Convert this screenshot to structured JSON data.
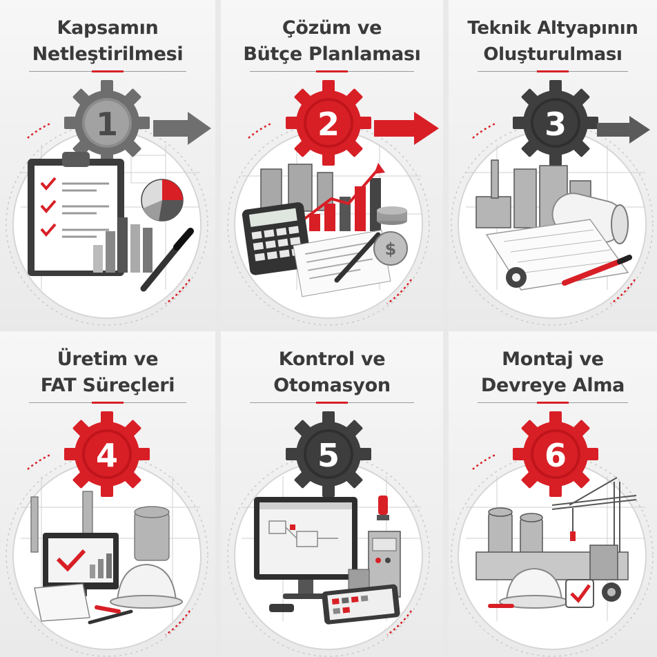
{
  "steps": [
    {
      "number": "1",
      "title_line1": "Kapsamın",
      "title_line2": "Netleştirilmesi"
    },
    {
      "number": "2",
      "title_line1": "Çözüm ve",
      "title_line2": "Bütçe Planlaması"
    },
    {
      "number": "3",
      "title_line1": "Teknik Altyapının",
      "title_line2": "Oluşturulması"
    },
    {
      "number": "4",
      "title_line1": "Üretim ve",
      "title_line2": "FAT Süreçleri"
    },
    {
      "number": "5",
      "title_line1": "Kontrol ve",
      "title_line2": "Otomasyon"
    },
    {
      "number": "6",
      "title_line1": "Montaj ve",
      "title_line2": "Devreye Alma"
    }
  ],
  "colors": {
    "accent_red": "#d81f26",
    "dark_gray": "#3f3f3f",
    "mid_gray": "#8a8a8a",
    "title_text": "#3a3a3a",
    "background": "#f3f3f3"
  },
  "icons": [
    "gear-icon",
    "arrow-right-icon",
    "clipboard-icon",
    "pie-chart-icon",
    "bar-chart-icon",
    "pen-icon",
    "calculator-icon",
    "dollar-coin-icon",
    "factory-tanks-icon",
    "blueprint-roll-icon",
    "monitor-checkmark-icon",
    "hard-hat-icon",
    "control-panel-icon",
    "tablet-icon",
    "crane-icon",
    "checkbox-icon"
  ]
}
